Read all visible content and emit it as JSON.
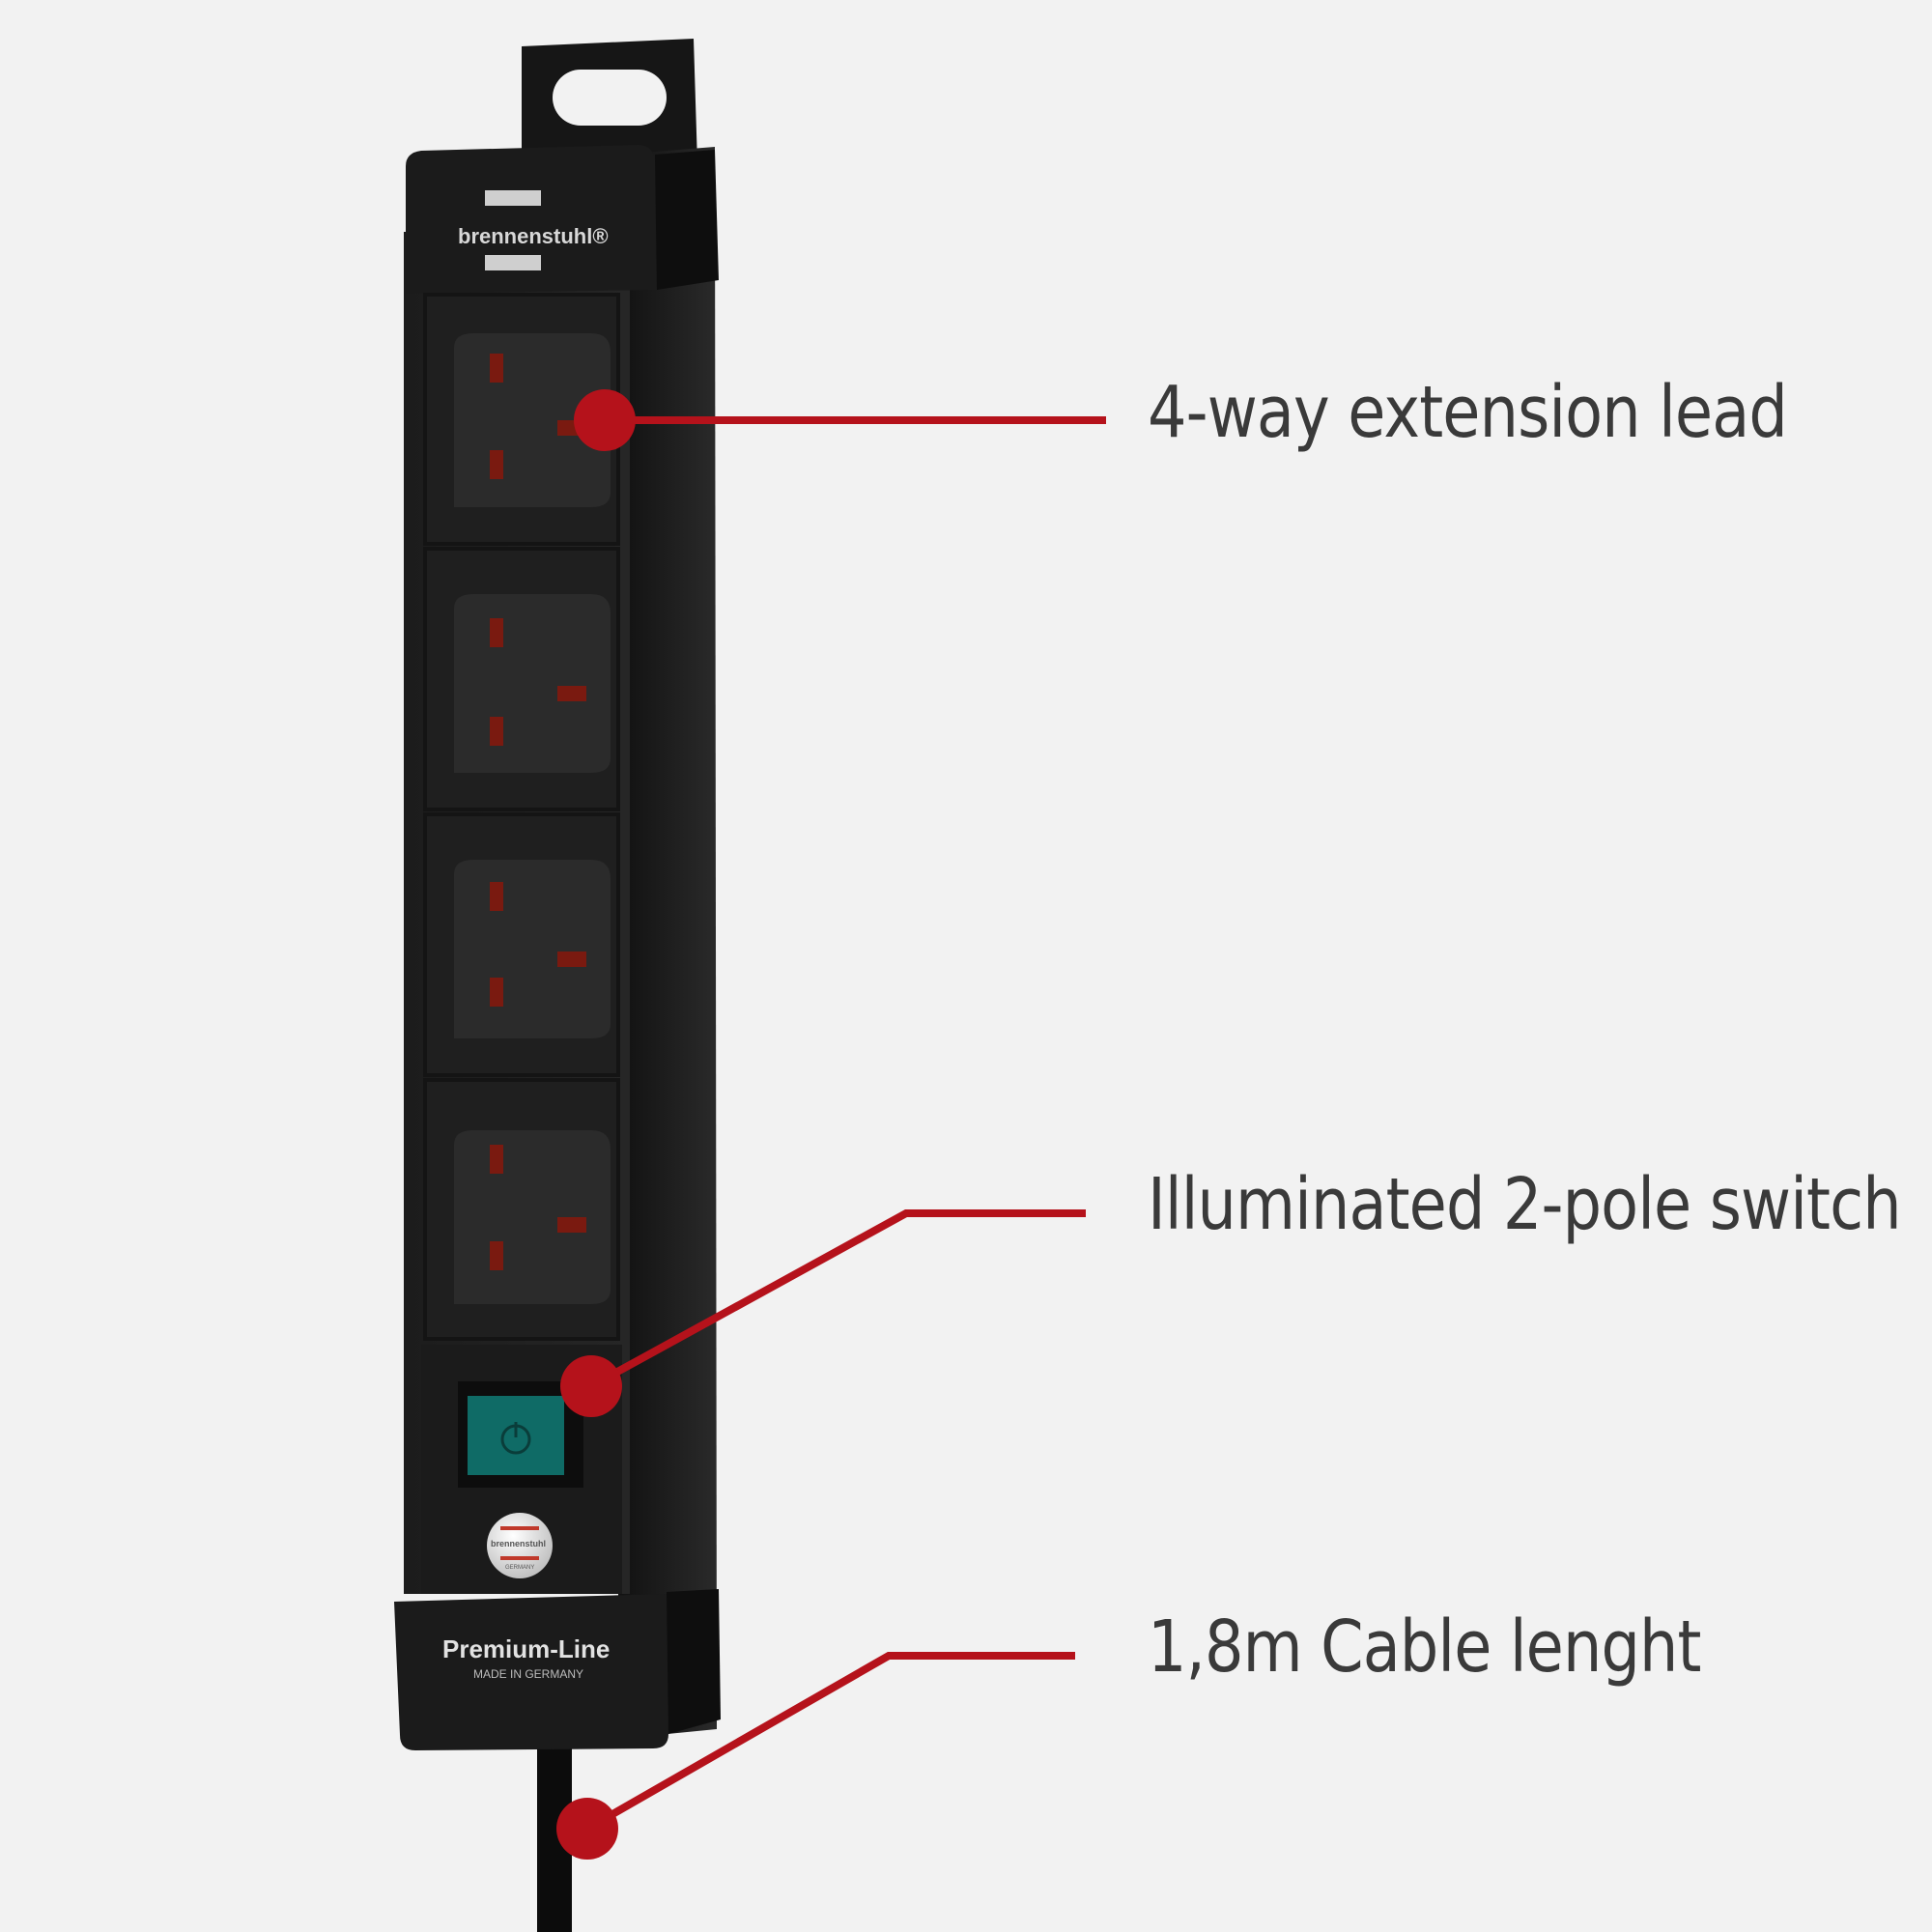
{
  "product": {
    "brand": "brennenstuhl®",
    "badge_brand": "brennenstuhl",
    "badge_origin": "GERMANY",
    "line_name": "Premium-Line",
    "made_in": "MADE IN GERMANY",
    "socket_count": 4
  },
  "callouts": [
    {
      "label": "4-way extension lead"
    },
    {
      "label": "Illuminated 2-pole switch"
    },
    {
      "label": "1,8m Cable lenght"
    }
  ],
  "colors": {
    "background": "#f2f2f2",
    "accent_red": "#b5121b",
    "switch_green": "#0f6b66",
    "body_black": "#1a1a1a",
    "label_text": "#3a3a3a"
  }
}
